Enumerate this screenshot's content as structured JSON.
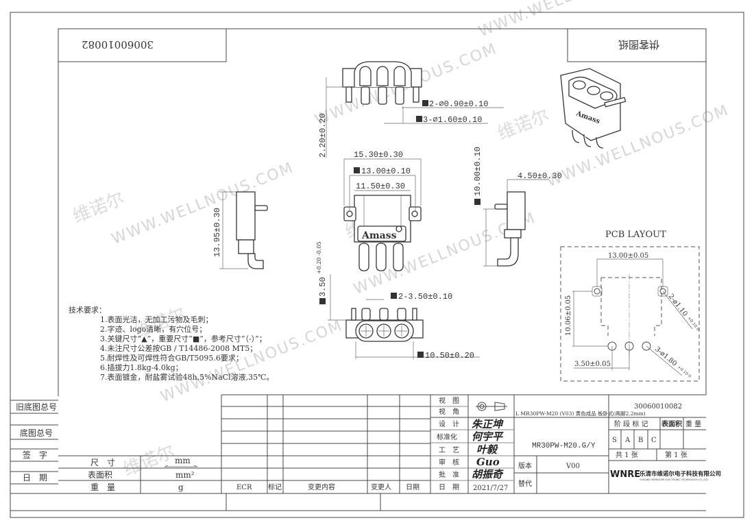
{
  "drawing": {
    "part_code": "30060010082",
    "stamp": "供客图纸",
    "watermark_cn": "维诺尔",
    "watermark_en": "WWW.WELLNOUS.COM",
    "brand_on_part": "Amass",
    "dims": {
      "pin_small": "2-⌀0.90±0.10",
      "pin_large": "3-⌀1.60±0.10",
      "height_220": "2.20±0.20",
      "w1530": "15.30±0.30",
      "w1300": "13.00±0.10",
      "w1150": "11.50±0.30",
      "h1395": "13.95±0.30",
      "h1000": "10.00±0.10",
      "w450": "4.50±0.30",
      "h350": "3.50",
      "h350_tol": "+0.20 -0.05",
      "pitch": "2-3.50±0.10",
      "w1050": "10.50±0.20"
    },
    "pcb": {
      "title": "PCB LAYOUT",
      "w1300": "13.00±0.05",
      "h1006": "10.06±0.05",
      "pitch": "3.50±0.05",
      "hole_small": "2-⌀1.10",
      "hole_small_tol": "+0.10 0",
      "hole_large": "3-⌀1.80",
      "hole_large_tol": "+0.10 0"
    },
    "requirements": {
      "title": "技术要求：",
      "items": [
        "1.表面光洁，无加工污物及毛刺；",
        "2.字迹、logo清晰，有穴位号；",
        "3.关键尺寸“▲”，重要尺寸“■”，参考尺寸“（-）”；",
        "4.未注尺寸公差按GB / T14486-2008 MT5；",
        "5.耐焊性及可焊性符合GB/T5095.6要求；",
        "6.插拔力1.8kg-4.0kg；",
        "7.表面镀金，耐盐雾试验48h,5%NaCl溶液,35℃。"
      ]
    }
  },
  "left_table": [
    "旧底图总号",
    "底图总号",
    "签　字",
    "日　期"
  ],
  "units": {
    "rows": [
      {
        "label": "尺　寸",
        "unit": "mm"
      },
      {
        "label": "表面积",
        "unit": "mm²"
      },
      {
        "label": "重　量",
        "unit": "g"
      }
    ]
  },
  "change_table": {
    "headers": [
      "ECR",
      "标记",
      "变更内容",
      "变更人",
      "日期"
    ]
  },
  "title_block": {
    "labels": [
      "视　图",
      "视　角",
      "设　计",
      "标准化",
      "工　艺",
      "审　核",
      "批　准",
      "日　期"
    ],
    "signatures": [
      "朱正坤",
      "何宇平",
      "叶毅",
      "Guo",
      "胡振奇"
    ],
    "date": "2021/7/27",
    "description": "L MR30PW-M20 (V03) 黄色成品 板卧式(两脚2.2mm)",
    "model": "MR30PW-M20.G/Y",
    "version_label": "版本",
    "version": "V00",
    "replace_label": "替代",
    "code": "30060010082",
    "stage_label": "阶 段 标 记",
    "area_label": "表面积",
    "weight_label": "重 量",
    "stages": [
      "S",
      "A",
      "B",
      "C"
    ],
    "sheets_total": "共 1 张",
    "sheet_no": "第 1 张",
    "company_logo": "WNRE",
    "company_cn": "乐清市维诺尔电子科技有限公司",
    "company_en": "YUEQING WEINUOER ELECTRONIC TECHNOLOGY CO.,LTD."
  }
}
